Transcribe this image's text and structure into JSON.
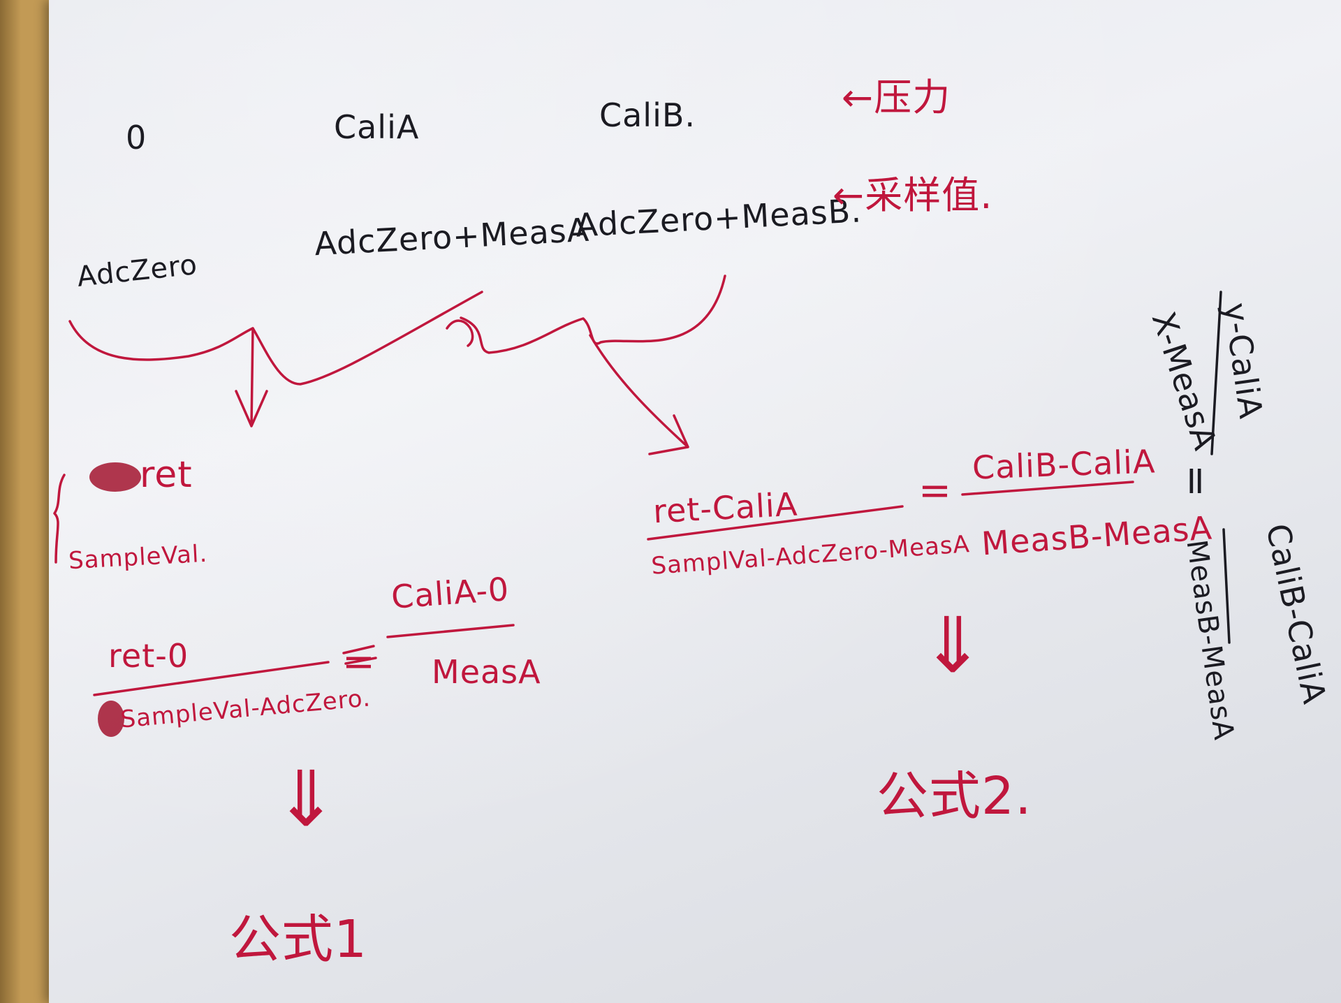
{
  "top_labels": {
    "zero": "0",
    "cali_a": "CaliA",
    "cali_b": "CaliB."
  },
  "adc_labels": {
    "adc_zero": "AdcZero",
    "adc_zero_meas_a": "AdcZero+MeasA",
    "adc_zero_meas_b": "AdcZero+MeasB."
  },
  "legend": {
    "pressure": "←压力",
    "sample_value": "←采样值."
  },
  "left_block": {
    "ret": "ret",
    "sample_val": "SampleVal."
  },
  "formula1": {
    "lhs_num": "ret-0",
    "lhs_den": "SampleVal-AdcZero.",
    "equals": "=",
    "rhs_num": "CaliA-0",
    "rhs_den": "MeasA",
    "arrow": "⇓",
    "name": "公式1"
  },
  "formula2": {
    "lhs_num": "ret-CaliA",
    "lhs_den": "SamplVal-AdcZero-MeasA",
    "equals": "=",
    "rhs_num": "CaliB-CaliA",
    "rhs_den": "MeasB-MeasA",
    "arrow": "⇓",
    "name": "公式2."
  },
  "side_formula": {
    "lhs_num": "y-CaliA",
    "lhs_den": "X-MeasA",
    "equals": "=",
    "rhs_num": "CaliB-CaliA",
    "rhs_den": "MeasB-MeasA"
  },
  "colors": {
    "red_ink": "#c0173d",
    "black_ink": "#1b1b22",
    "paper": "#eceef2",
    "table": "#b08a4a"
  }
}
